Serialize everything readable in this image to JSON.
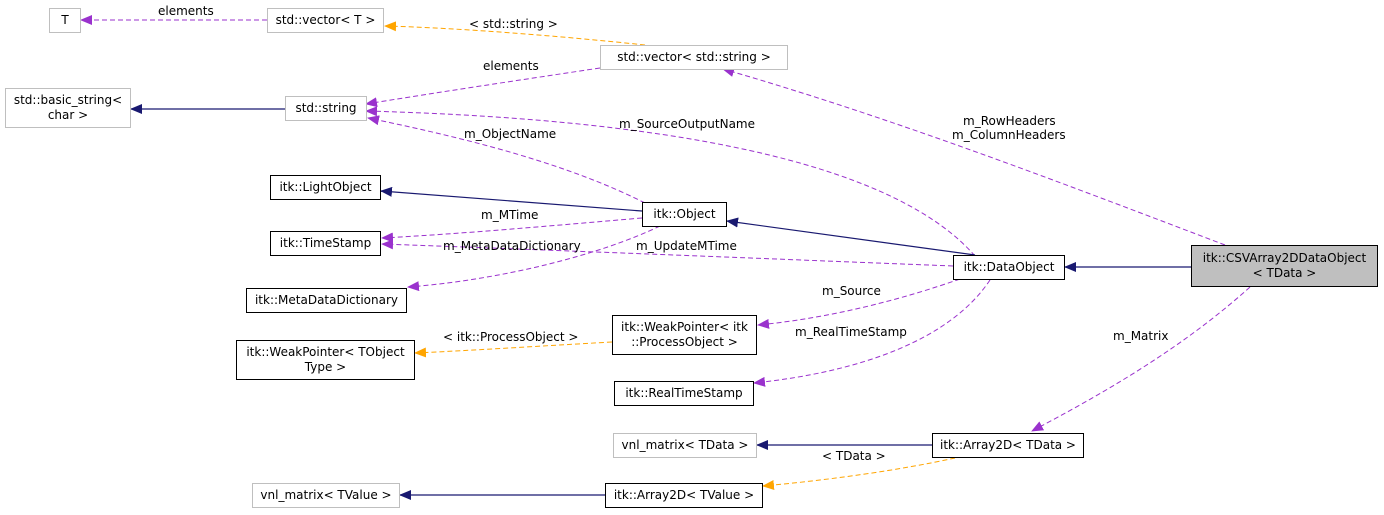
{
  "nodes": {
    "t": "T",
    "vector_t": "std::vector< T >",
    "vector_string": "std::vector< std::string >",
    "basic_string": [
      "std::basic_string<",
      "char >"
    ],
    "std_string": "std::string",
    "light_object": "itk::LightObject",
    "object": "itk::Object",
    "time_stamp": "itk::TimeStamp",
    "meta_data_dictionary": "itk::MetaDataDictionary",
    "data_object": "itk::DataObject",
    "csv_array": [
      "itk::CSVArray2DDataObject",
      "< TData >"
    ],
    "weak_pointer_process": [
      "itk::WeakPointer< itk",
      "::ProcessObject >"
    ],
    "weak_pointer_tobject": [
      "itk::WeakPointer< TObject",
      "Type >"
    ],
    "real_time_stamp": "itk::RealTimeStamp",
    "vnl_matrix_tdata": "vnl_matrix< TData >",
    "array2d_tdata": "itk::Array2D< TData >",
    "vnl_matrix_tvalue": "vnl_matrix< TValue >",
    "array2d_tvalue": "itk::Array2D< TValue >"
  },
  "edge_labels": {
    "elements_top": "elements",
    "std_string_template": "< std::string >",
    "elements_mid": "elements",
    "row_headers": "m_RowHeaders",
    "column_headers": "m_ColumnHeaders",
    "source_output_name": "m_SourceOutputName",
    "object_name": "m_ObjectName",
    "m_time": "m_MTime",
    "meta_data_dictionary": "m_MetaDataDictionary",
    "update_m_time": "m_UpdateMTime",
    "source": "m_Source",
    "process_object_template": "< itk::ProcessObject >",
    "real_time_stamp": "m_RealTimeStamp",
    "matrix": "m_Matrix",
    "tdata_template": "< TData >"
  },
  "colors": {
    "inheritance": "#191970",
    "usage": "#9a32cd",
    "template": "#ffa500",
    "external_border": "#bfbfbf",
    "highlight_fill": "#bfbfbf"
  }
}
